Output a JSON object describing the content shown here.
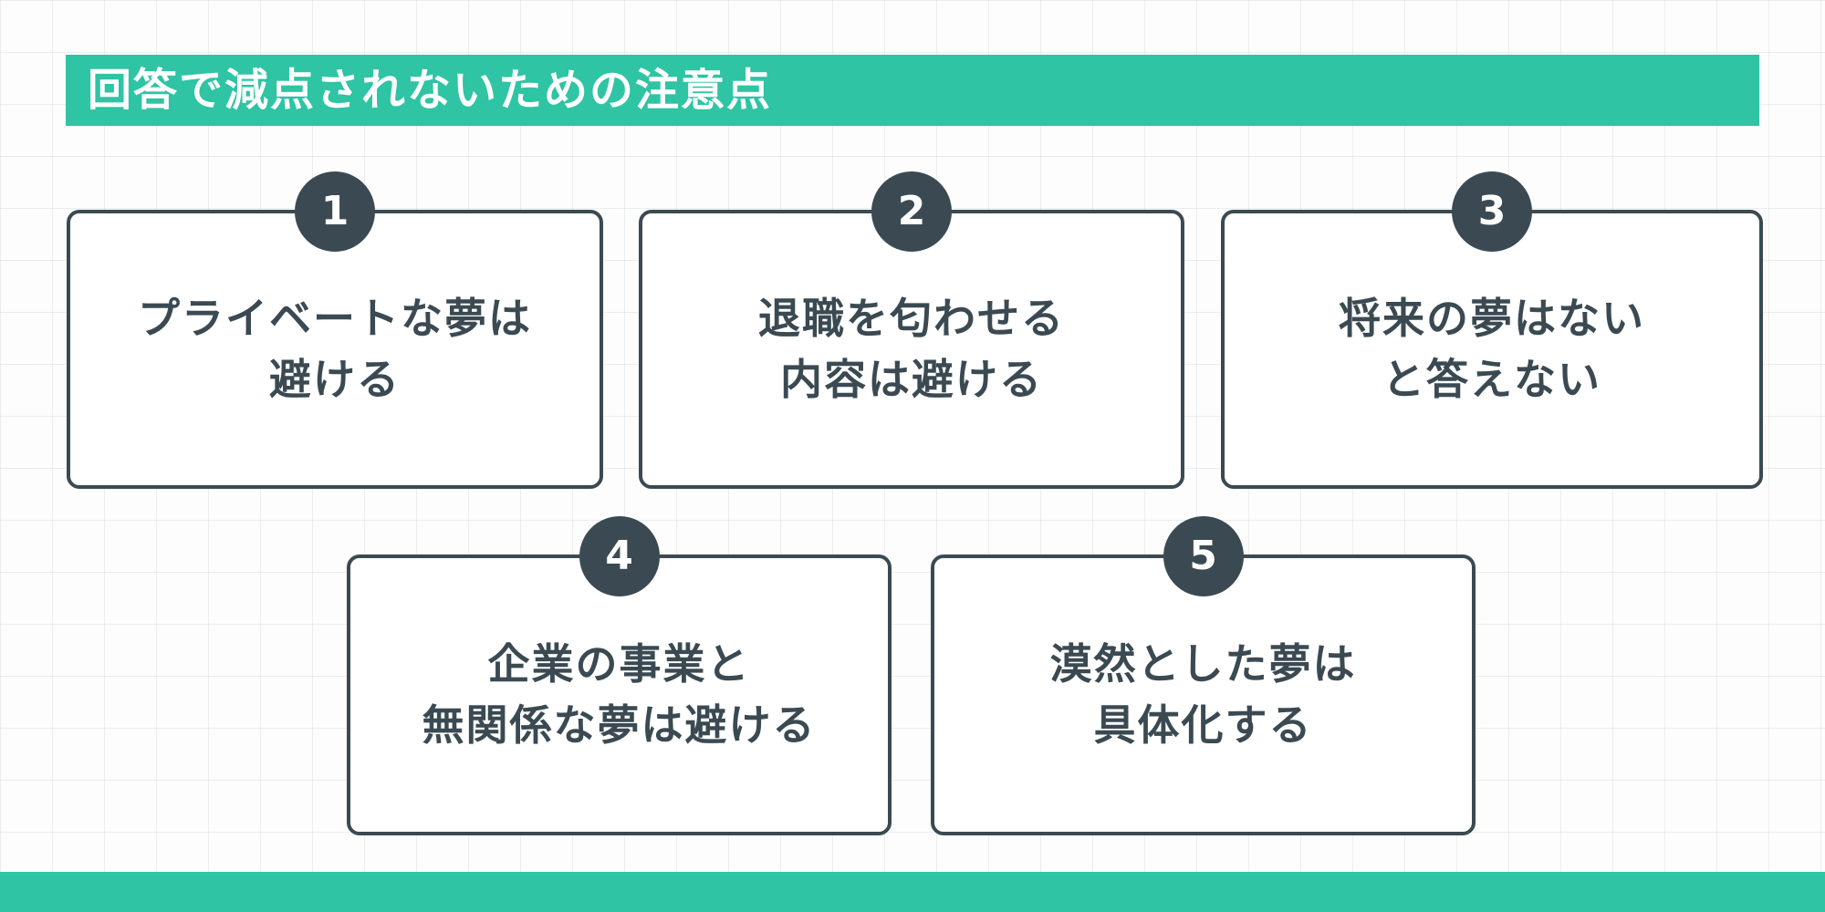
{
  "page": {
    "title": "回答で減点されないための注意点"
  },
  "colors": {
    "accent": "#2EC4A4",
    "dark": "#3B4A52",
    "bg": "#FDFDFD"
  },
  "cards": [
    {
      "number": "1",
      "lines": [
        "プライベートな夢は",
        "避ける"
      ]
    },
    {
      "number": "2",
      "lines": [
        "退職を匂わせる",
        "内容は避ける"
      ]
    },
    {
      "number": "3",
      "lines": [
        "将来の夢はない",
        "と答えない"
      ]
    },
    {
      "number": "4",
      "lines": [
        "企業の事業と",
        "無関係な夢は避ける"
      ]
    },
    {
      "number": "5",
      "lines": [
        "漠然とした夢は",
        "具体化する"
      ]
    }
  ]
}
